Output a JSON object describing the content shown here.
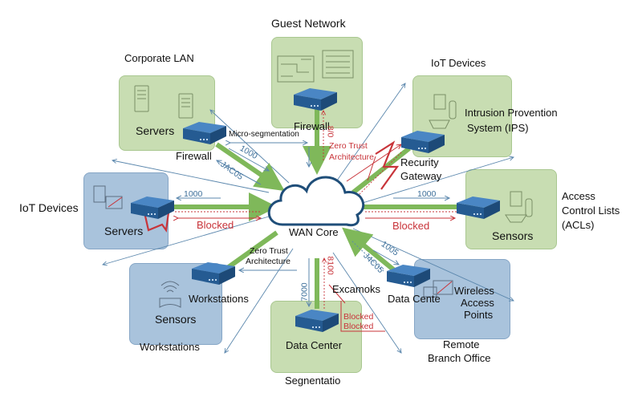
{
  "diagram": {
    "title": "Network Segmentation Diagram",
    "core": {
      "label": "WAN Core",
      "icon": "cloud-icon"
    },
    "zones": {
      "corporate_lan": {
        "title": "Corporate LAN",
        "inner_label": "Servers",
        "device_label": "Firewall",
        "icons": [
          "server-tower-icon",
          "server-tower-icon",
          "firewall-appliance-icon"
        ],
        "color": "#c8ddb2"
      },
      "guest_network": {
        "title": "Guest Network",
        "device_label": "Firewall",
        "icons": [
          "circuit-board-icon",
          "chip-icon",
          "firewall-appliance-icon"
        ],
        "color": "#c8ddb2"
      },
      "iot_top": {
        "title": "IoT Devices",
        "inner_label": "Intrusion Provention System (IPS)",
        "inner_label_line1": "Intrusion Provention",
        "inner_label_line2": "System (IPS)",
        "device_label_line1": "Recurity",
        "device_label_line2": "Gateway",
        "icons": [
          "workstation-icon",
          "security-gateway-icon"
        ],
        "color": "#c8ddb2"
      },
      "iot_left": {
        "title": "IoT Devices",
        "inner_label": "Servers",
        "icons": [
          "server-tower-icon",
          "monitor-icon",
          "router-icon"
        ],
        "color": "#a9c3dc"
      },
      "acl_right": {
        "title_line1": "Access",
        "title_line2": "Control Lists",
        "title_line3": "(ACLs)",
        "inner_label": "Sensors",
        "icons": [
          "router-icon",
          "workstation-icon"
        ],
        "color": "#c8ddb2"
      },
      "workstations": {
        "title": "Workstations",
        "inner_label": "Sensors",
        "device_label": "Workstations",
        "icons": [
          "wifi-sensor-icon",
          "router-icon"
        ],
        "color": "#a9c3dc"
      },
      "data_center": {
        "title": "Segnentatio",
        "inner_label": "Data Center",
        "icons": [
          "router-icon"
        ],
        "color": "#c8ddb2"
      },
      "remote_branch": {
        "title_line1": "Remote",
        "title_line2": "Branch Office",
        "inner_label_line1": "Wireless",
        "inner_label_line2": "Access",
        "inner_label_line3": "Points",
        "device_label": "Data Cente",
        "icons": [
          "router-icon",
          "monitor-icon"
        ],
        "color": "#a9c3dc"
      }
    },
    "link_labels": {
      "micro_segmentation": "Micro-segmentation",
      "corp_1000": "1000",
      "corp_jac05": "JAC05",
      "guest_code": "8/0",
      "zero_trust_top": "Zero Trust Architecture",
      "zero_trust_top_line1": "Zero Trust",
      "zero_trust_top_line2": "Architecture",
      "left_1000": "1000",
      "left_blocked": "Blocked",
      "right_1000": "1000",
      "right_blocked": "Blocked",
      "zero_trust_bottom_line1": "Zero Trust",
      "zero_trust_bottom_line2": "Architecture",
      "dc_7000": "7000",
      "dc_8100": "8100",
      "excamoks": "Excamoks",
      "dc_blocked_1": "Blocked",
      "dc_blocked_2": "Blocked",
      "branch_1005": "1005",
      "branch_j4c05": "J4C05"
    },
    "colors": {
      "allowed_link": "#7fb85a",
      "blocked_link": "#c8343a",
      "flow_arrow": "#5b87ad",
      "cloud_stroke": "#1f4e79",
      "device_body": "#2e6aa8"
    }
  }
}
